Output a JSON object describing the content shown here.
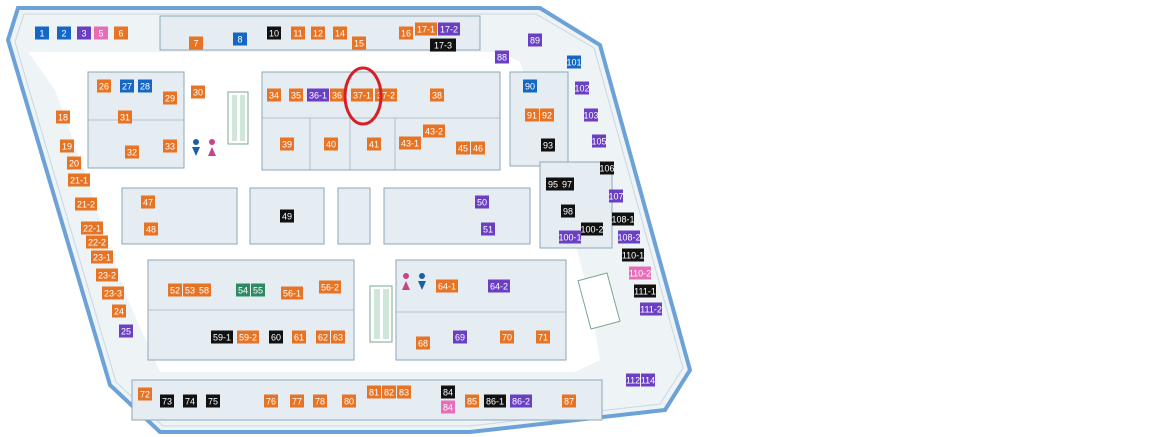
{
  "map": {
    "colors": {
      "orange": "#e67424",
      "blue": "#1567c6",
      "purple": "#6a3fc4",
      "pink": "#e86db8",
      "black": "#111111",
      "green": "#2f8a64",
      "outline": "#6ca2d8",
      "annotation": "#d61f26",
      "restroom_male": "#1b5fa8",
      "restroom_female": "#c9438c"
    },
    "stores": [
      {
        "id": "1",
        "color": "blue"
      },
      {
        "id": "2",
        "color": "blue"
      },
      {
        "id": "3",
        "color": "purple"
      },
      {
        "id": "5",
        "color": "pink"
      },
      {
        "id": "6",
        "color": "orange"
      },
      {
        "id": "7",
        "color": "orange"
      },
      {
        "id": "8",
        "color": "blue"
      },
      {
        "id": "10",
        "color": "black"
      },
      {
        "id": "11",
        "color": "orange"
      },
      {
        "id": "12",
        "color": "orange"
      },
      {
        "id": "14",
        "color": "orange"
      },
      {
        "id": "15",
        "color": "orange"
      },
      {
        "id": "16",
        "color": "orange"
      },
      {
        "id": "17-1",
        "color": "orange"
      },
      {
        "id": "17-2",
        "color": "purple"
      },
      {
        "id": "17-3",
        "color": "black"
      },
      {
        "id": "88",
        "color": "purple"
      },
      {
        "id": "89",
        "color": "purple"
      },
      {
        "id": "26",
        "color": "orange"
      },
      {
        "id": "27",
        "color": "blue"
      },
      {
        "id": "28",
        "color": "blue"
      },
      {
        "id": "29",
        "color": "orange"
      },
      {
        "id": "30",
        "color": "orange"
      },
      {
        "id": "31",
        "color": "orange"
      },
      {
        "id": "32",
        "color": "orange"
      },
      {
        "id": "33",
        "color": "orange"
      },
      {
        "id": "34",
        "color": "orange"
      },
      {
        "id": "35",
        "color": "orange"
      },
      {
        "id": "36-1",
        "color": "purple"
      },
      {
        "id": "36",
        "color": "orange"
      },
      {
        "id": "37-1",
        "color": "orange"
      },
      {
        "id": "37-2",
        "color": "orange"
      },
      {
        "id": "38",
        "color": "orange"
      },
      {
        "id": "39",
        "color": "orange"
      },
      {
        "id": "40",
        "color": "orange"
      },
      {
        "id": "41",
        "color": "orange"
      },
      {
        "id": "43-1",
        "color": "orange"
      },
      {
        "id": "43-2",
        "color": "orange"
      },
      {
        "id": "45",
        "color": "orange"
      },
      {
        "id": "46",
        "color": "orange"
      },
      {
        "id": "90",
        "color": "blue"
      },
      {
        "id": "91",
        "color": "orange"
      },
      {
        "id": "92",
        "color": "orange"
      },
      {
        "id": "93",
        "color": "black"
      },
      {
        "id": "101",
        "color": "blue"
      },
      {
        "id": "102",
        "color": "purple"
      },
      {
        "id": "103",
        "color": "purple"
      },
      {
        "id": "105",
        "color": "purple"
      },
      {
        "id": "106",
        "color": "black"
      },
      {
        "id": "107",
        "color": "purple"
      },
      {
        "id": "108-1",
        "color": "black"
      },
      {
        "id": "108-2",
        "color": "purple"
      },
      {
        "id": "110-1",
        "color": "black"
      },
      {
        "id": "110-2",
        "color": "pink"
      },
      {
        "id": "111-1",
        "color": "black"
      },
      {
        "id": "111-2",
        "color": "purple"
      },
      {
        "id": "18",
        "color": "orange"
      },
      {
        "id": "19",
        "color": "orange"
      },
      {
        "id": "20",
        "color": "orange"
      },
      {
        "id": "21-1",
        "color": "orange"
      },
      {
        "id": "21-2",
        "color": "orange"
      },
      {
        "id": "22-1",
        "color": "orange"
      },
      {
        "id": "22-2",
        "color": "orange"
      },
      {
        "id": "23-1",
        "color": "orange"
      },
      {
        "id": "23-2",
        "color": "orange"
      },
      {
        "id": "23-3",
        "color": "orange"
      },
      {
        "id": "24",
        "color": "orange"
      },
      {
        "id": "25",
        "color": "purple"
      },
      {
        "id": "47",
        "color": "orange"
      },
      {
        "id": "48",
        "color": "orange"
      },
      {
        "id": "49",
        "color": "black"
      },
      {
        "id": "50",
        "color": "purple"
      },
      {
        "id": "51",
        "color": "purple"
      },
      {
        "id": "95",
        "color": "black"
      },
      {
        "id": "97",
        "color": "black"
      },
      {
        "id": "98",
        "color": "black"
      },
      {
        "id": "100-1",
        "color": "purple"
      },
      {
        "id": "100-2",
        "color": "black"
      },
      {
        "id": "52",
        "color": "orange"
      },
      {
        "id": "53",
        "color": "orange"
      },
      {
        "id": "58",
        "color": "orange"
      },
      {
        "id": "54",
        "color": "green"
      },
      {
        "id": "55",
        "color": "green"
      },
      {
        "id": "56-1",
        "color": "orange"
      },
      {
        "id": "56-2",
        "color": "orange"
      },
      {
        "id": "59-1",
        "color": "black"
      },
      {
        "id": "59-2",
        "color": "orange"
      },
      {
        "id": "60",
        "color": "black"
      },
      {
        "id": "61",
        "color": "orange"
      },
      {
        "id": "62",
        "color": "orange"
      },
      {
        "id": "63",
        "color": "orange"
      },
      {
        "id": "64-1",
        "color": "orange"
      },
      {
        "id": "64-2",
        "color": "purple"
      },
      {
        "id": "68",
        "color": "orange"
      },
      {
        "id": "69",
        "color": "purple"
      },
      {
        "id": "70",
        "color": "orange"
      },
      {
        "id": "71",
        "color": "orange"
      },
      {
        "id": "72",
        "color": "orange"
      },
      {
        "id": "73",
        "color": "black"
      },
      {
        "id": "74",
        "color": "black"
      },
      {
        "id": "75",
        "color": "black"
      },
      {
        "id": "76",
        "color": "orange"
      },
      {
        "id": "77",
        "color": "orange"
      },
      {
        "id": "78",
        "color": "orange"
      },
      {
        "id": "80",
        "color": "orange"
      },
      {
        "id": "81",
        "color": "orange"
      },
      {
        "id": "82",
        "color": "orange"
      },
      {
        "id": "83",
        "color": "orange"
      },
      {
        "id": "84",
        "color": "black"
      },
      {
        "id": "84b",
        "text": "84",
        "color": "pink"
      },
      {
        "id": "85",
        "color": "orange"
      },
      {
        "id": "86-1",
        "color": "black"
      },
      {
        "id": "86-2",
        "color": "purple"
      },
      {
        "id": "87",
        "color": "orange"
      },
      {
        "id": "112",
        "color": "purple"
      },
      {
        "id": "114",
        "color": "purple"
      }
    ],
    "highlight": {
      "target": "37-1",
      "color": "annotation"
    }
  }
}
